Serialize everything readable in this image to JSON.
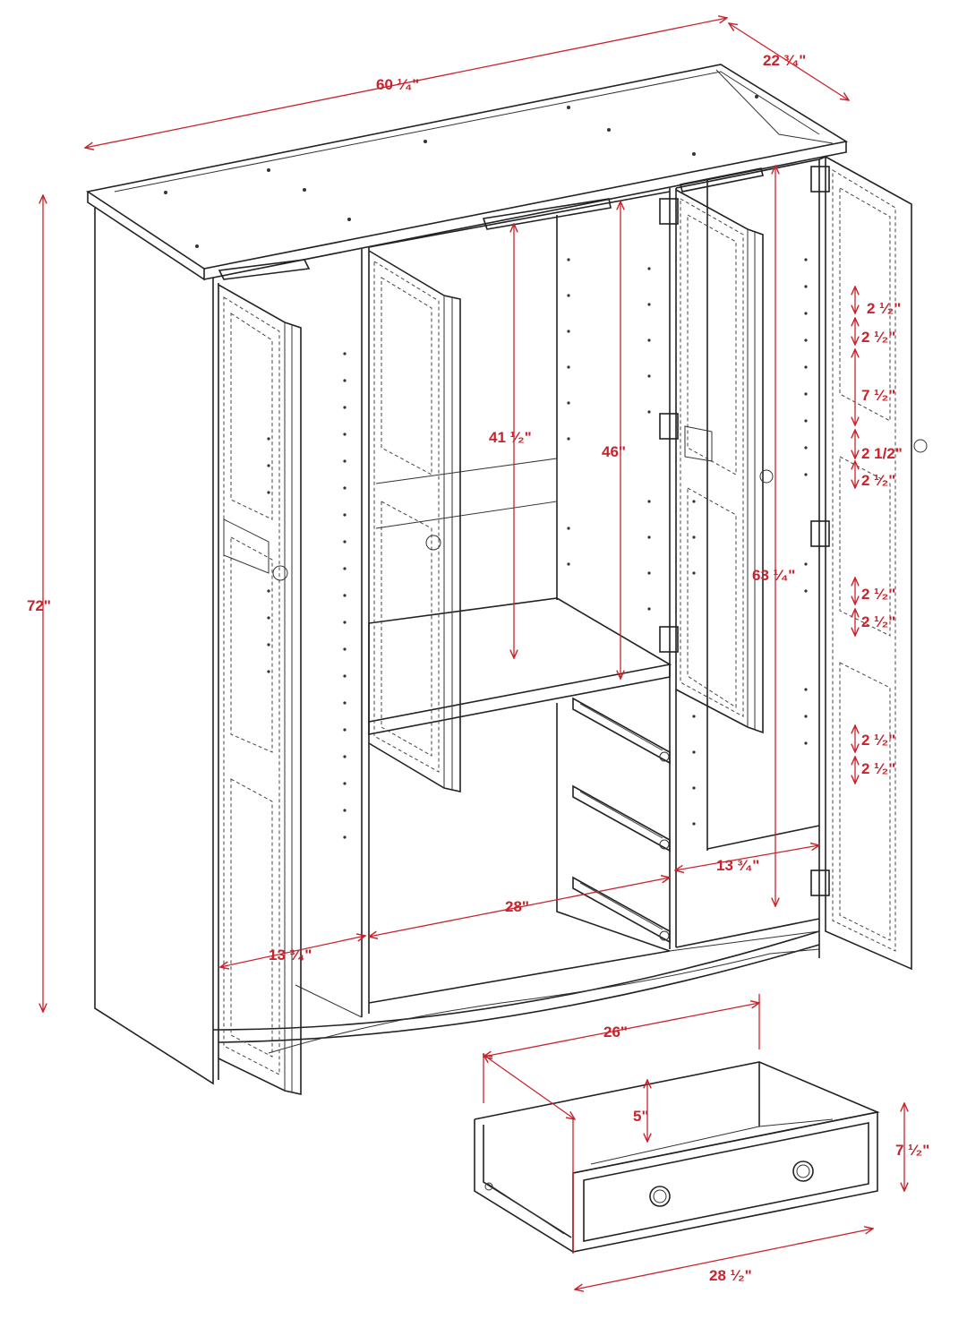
{
  "dimensions": {
    "width_total": "60 ¹⁄₄\"",
    "depth_total": "22 ³⁄₄\"",
    "height_total": "72\"",
    "center_hang_height": "41 ¹⁄₂\"",
    "center_upper_height": "46\"",
    "right_hang_height": "63 ¹⁄₄\"",
    "left_depth": "13 ³⁄₄\"",
    "right_depth": "13 ³⁄₄\"",
    "center_width": "28\"",
    "shelf_spacing_a": "2 ¹⁄₂\"",
    "shelf_spacing_b": "2 ¹⁄₂\"",
    "shelf_spacing_c": "7 ¹⁄₂\"",
    "shelf_spacing_d": "2 1/2\"",
    "shelf_spacing_e": "2 ¹⁄₂\"",
    "shelf_spacing_f": "2 ¹⁄₂\"",
    "shelf_spacing_g": "2 ¹⁄₂\"",
    "shelf_spacing_h": "2 ¹⁄₂\"",
    "shelf_spacing_i": "2 ¹⁄₂\"",
    "drawer_width_inner": "26\"",
    "drawer_height_inner": "5\"",
    "drawer_front_height": "7 ¹⁄₂\"",
    "drawer_front_width": "28 ¹⁄₂\""
  },
  "colors": {
    "dimension": "#c8232c",
    "line": "#222222"
  }
}
